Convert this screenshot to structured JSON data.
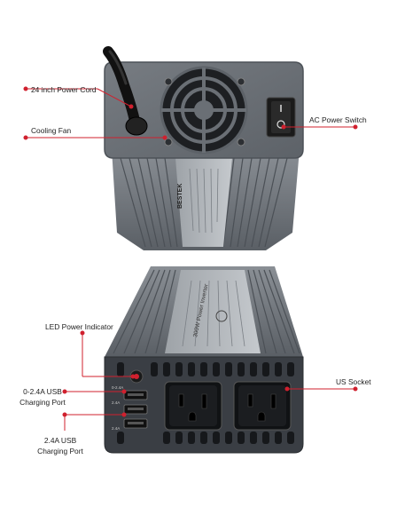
{
  "callouts": {
    "power_cord": "24 inch Power Cord",
    "cooling_fan": "Cooling Fan",
    "ac_switch": "AC Power Switch",
    "led": "LED Power Indicator",
    "usb_var_line1": "0-2.4A USB",
    "usb_var_line2": "Charging Port",
    "usb_fixed_line1": "2.4A USB",
    "usb_fixed_line2": "Charging Port",
    "us_socket": "US Socket"
  },
  "device": {
    "brand": "BESTEK",
    "model": "300W Power Inverter",
    "usb_mark_1": "0-2.4A",
    "usb_mark_2": "2.4A",
    "usb_mark_3": "2.4A"
  },
  "colors": {
    "body_gray": "#6f747a",
    "panel_dark": "#3a3e44",
    "callout_red": "#d0202e",
    "switch_dark": "#1a1a1a"
  }
}
